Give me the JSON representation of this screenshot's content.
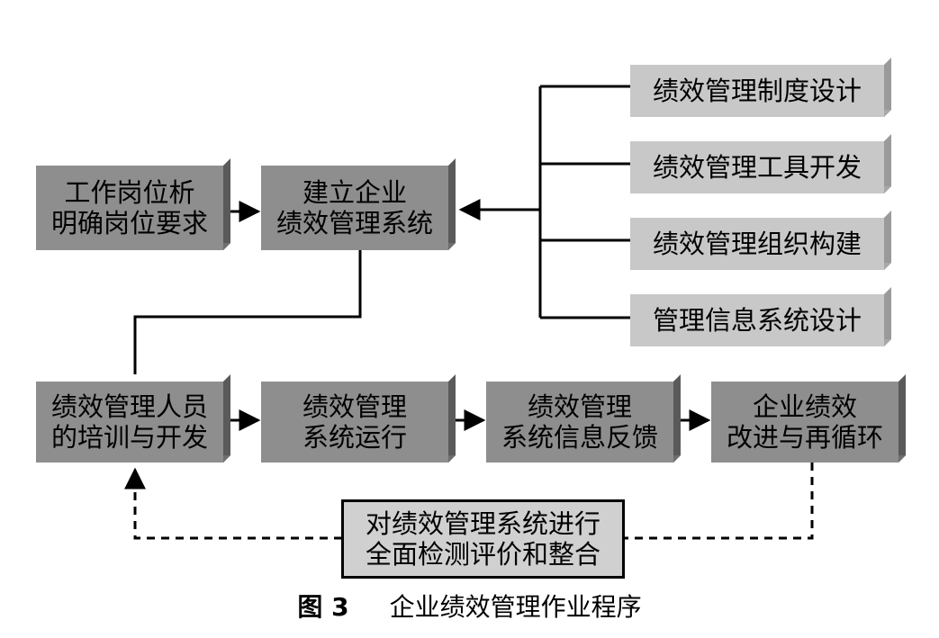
{
  "boxes": {
    "job_analysis": [
      "工作岗位析",
      "明确岗位要求"
    ],
    "establish_system": [
      "建立企业",
      "绩效管理系统"
    ],
    "system_design": "绩效管理制度设计",
    "tool_development": "绩效管理工具开发",
    "organization_building": "绩效管理组织构建",
    "mis_design": "管理信息系统设计",
    "staff_training": [
      "绩效管理人员",
      "的培训与开发"
    ],
    "system_operation": [
      "绩效管理",
      "系统运行"
    ],
    "info_feedback": [
      "绩效管理",
      "系统信息反馈"
    ],
    "improvement_cycle": [
      "企业绩效",
      "改进与再循环"
    ],
    "evaluation": [
      "对绩效管理系统进行",
      "全面检测评价和整合"
    ]
  },
  "caption": {
    "figure": "图 3",
    "title": "企业绩效管理作业程序"
  },
  "colors": {
    "box_dark": "#8e8e8e",
    "box_light": "#c8c8c8",
    "line": "#000000"
  }
}
